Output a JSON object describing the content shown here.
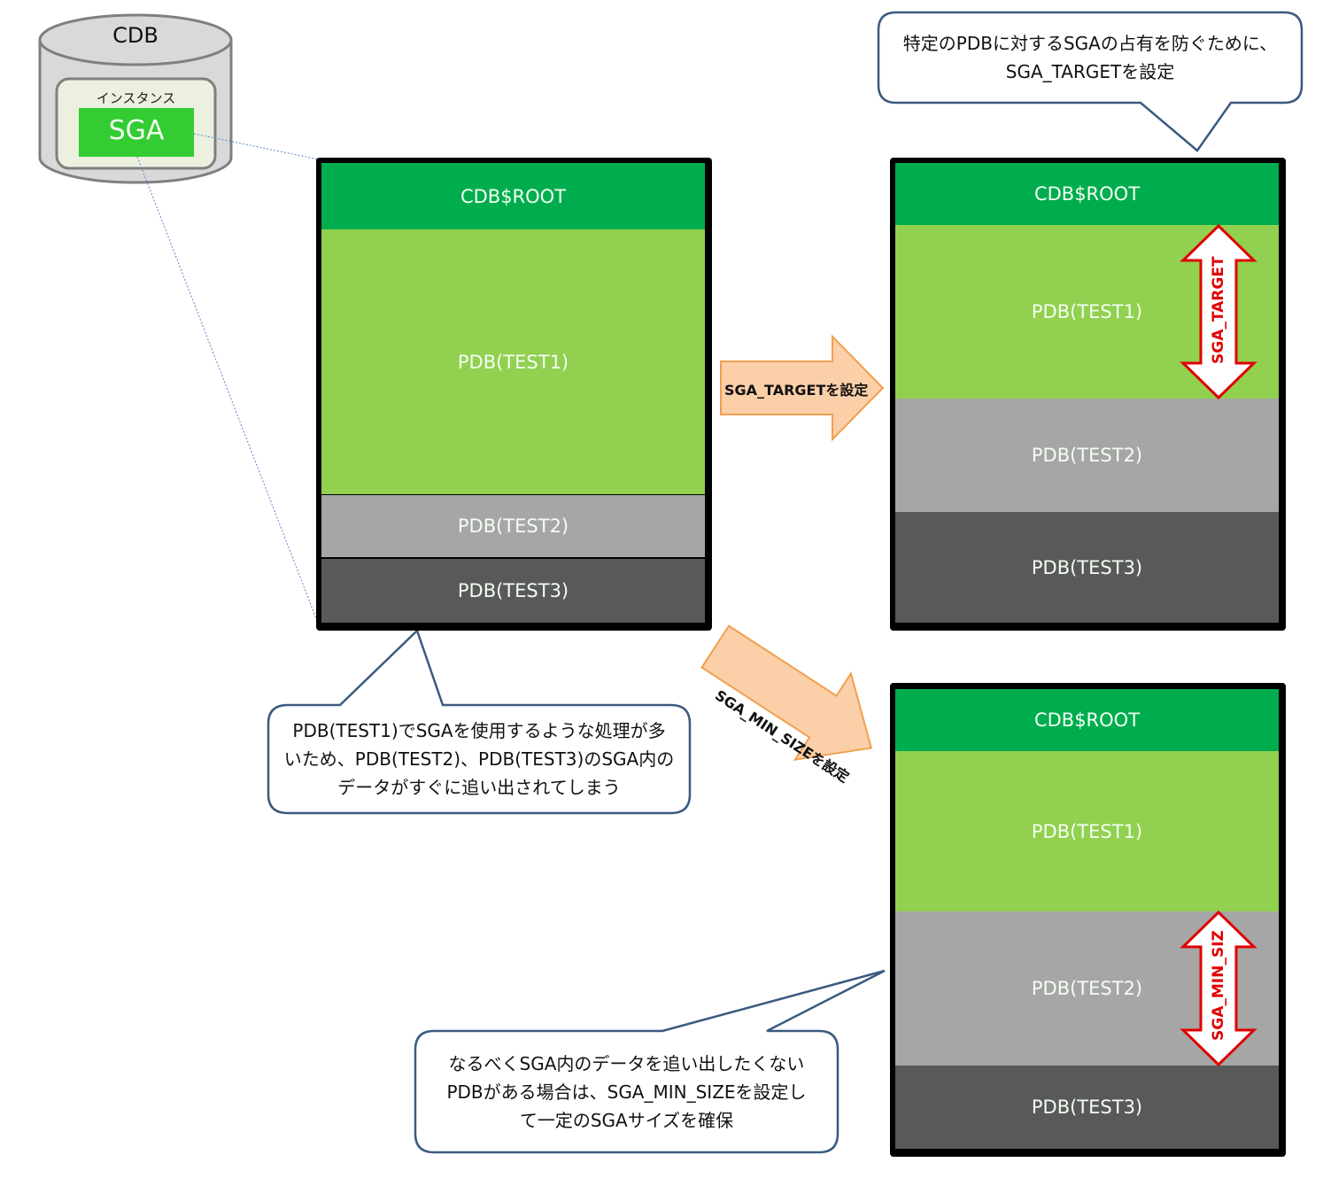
{
  "cdb": {
    "label": "CDB",
    "instance_label": "インスタンス",
    "sga_label": "SGA"
  },
  "stacks": {
    "before": {
      "root": "CDB$ROOT",
      "pdb1": "PDB(TEST1)",
      "pdb2": "PDB(TEST2)",
      "pdb3": "PDB(TEST3)"
    },
    "sga_target": {
      "root": "CDB$ROOT",
      "pdb1": "PDB(TEST1)",
      "pdb2": "PDB(TEST2)",
      "pdb3": "PDB(TEST3)",
      "limit_label": "SGA_TARGET"
    },
    "sga_min_size": {
      "root": "CDB$ROOT",
      "pdb1": "PDB(TEST1)",
      "pdb2": "PDB(TEST2)",
      "pdb3": "PDB(TEST3)",
      "limit_label": "SGA_MIN_SIZ"
    }
  },
  "arrows": {
    "to_target": "SGA_TARGETを設定",
    "to_min_size": "SGA_MIN_SIZEを設定"
  },
  "callouts": {
    "target_note": "特定のPDBに対するSGAの占有を防ぐために、\nSGA_TARGETを設定",
    "problem_note": "PDB(TEST1)でSGAを使用するような処理が多\nいため、PDB(TEST2)、PDB(TEST3)のSGA内の\nデータがすぐに追い出されてしまう",
    "min_size_note": "なるべくSGA内のデータを追い出したくない\nPDBがある場合は、SGA_MIN_SIZEを設定し\nて一定のSGAサイズを確保"
  },
  "colors": {
    "root": "#00ad4e",
    "pdb1": "#92d050",
    "pdb2": "#a6a6a6",
    "pdb3": "#595959",
    "sga_box": "#33cc33",
    "arrow_fill": "#fbcfa8",
    "arrow_stroke": "#f0a050",
    "limit_arrow": "#e00000",
    "callout_stroke": "#3b5a80"
  }
}
